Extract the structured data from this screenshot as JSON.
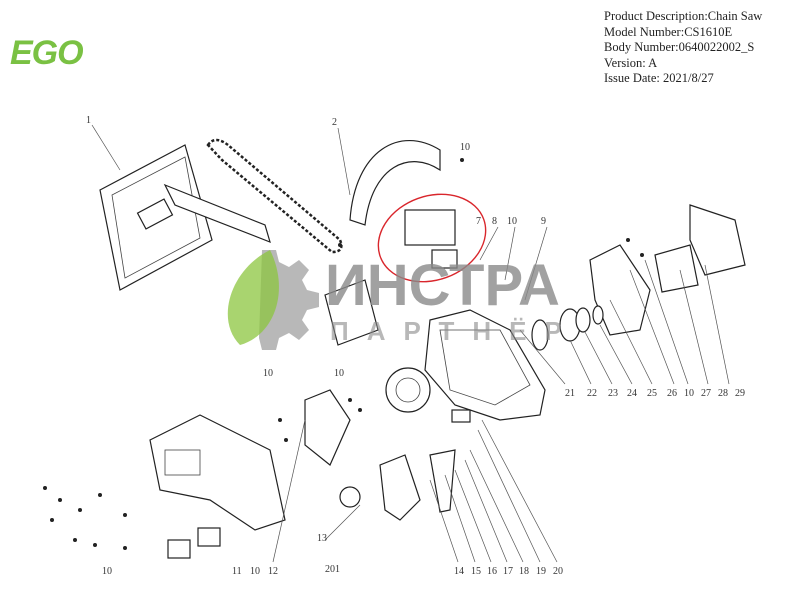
{
  "logo": "EGO",
  "info": {
    "product_description": "Product Description:Chain Saw",
    "model_number": "Model Number:CS1610E",
    "body_number": "Body Number:0640022002_S",
    "version": "Version: A",
    "issue_date": "Issue Date: 2021/8/27"
  },
  "watermark": {
    "title": "ИНСТРА",
    "subtitle": "ПАРТНЁР"
  },
  "highlight_color": "#d9262c",
  "callouts": {
    "c1": "1",
    "c2": "2",
    "c10a": "10",
    "c7": "7",
    "c8": "8",
    "c10b": "10",
    "c9": "9",
    "c10c": "10",
    "c10d": "10",
    "c10e": "10",
    "c10f": "10",
    "c11": "11",
    "c12": "12",
    "c13": "13",
    "c201": "201",
    "c14": "14",
    "c15": "15",
    "c16": "16",
    "c17": "17",
    "c18": "18",
    "c19": "19",
    "c20": "20",
    "c21": "21",
    "c22": "22",
    "c23": "23",
    "c24": "24",
    "c25": "25",
    "c26": "26",
    "c10g": "10",
    "c27": "27",
    "c28": "28",
    "c29": "29"
  }
}
